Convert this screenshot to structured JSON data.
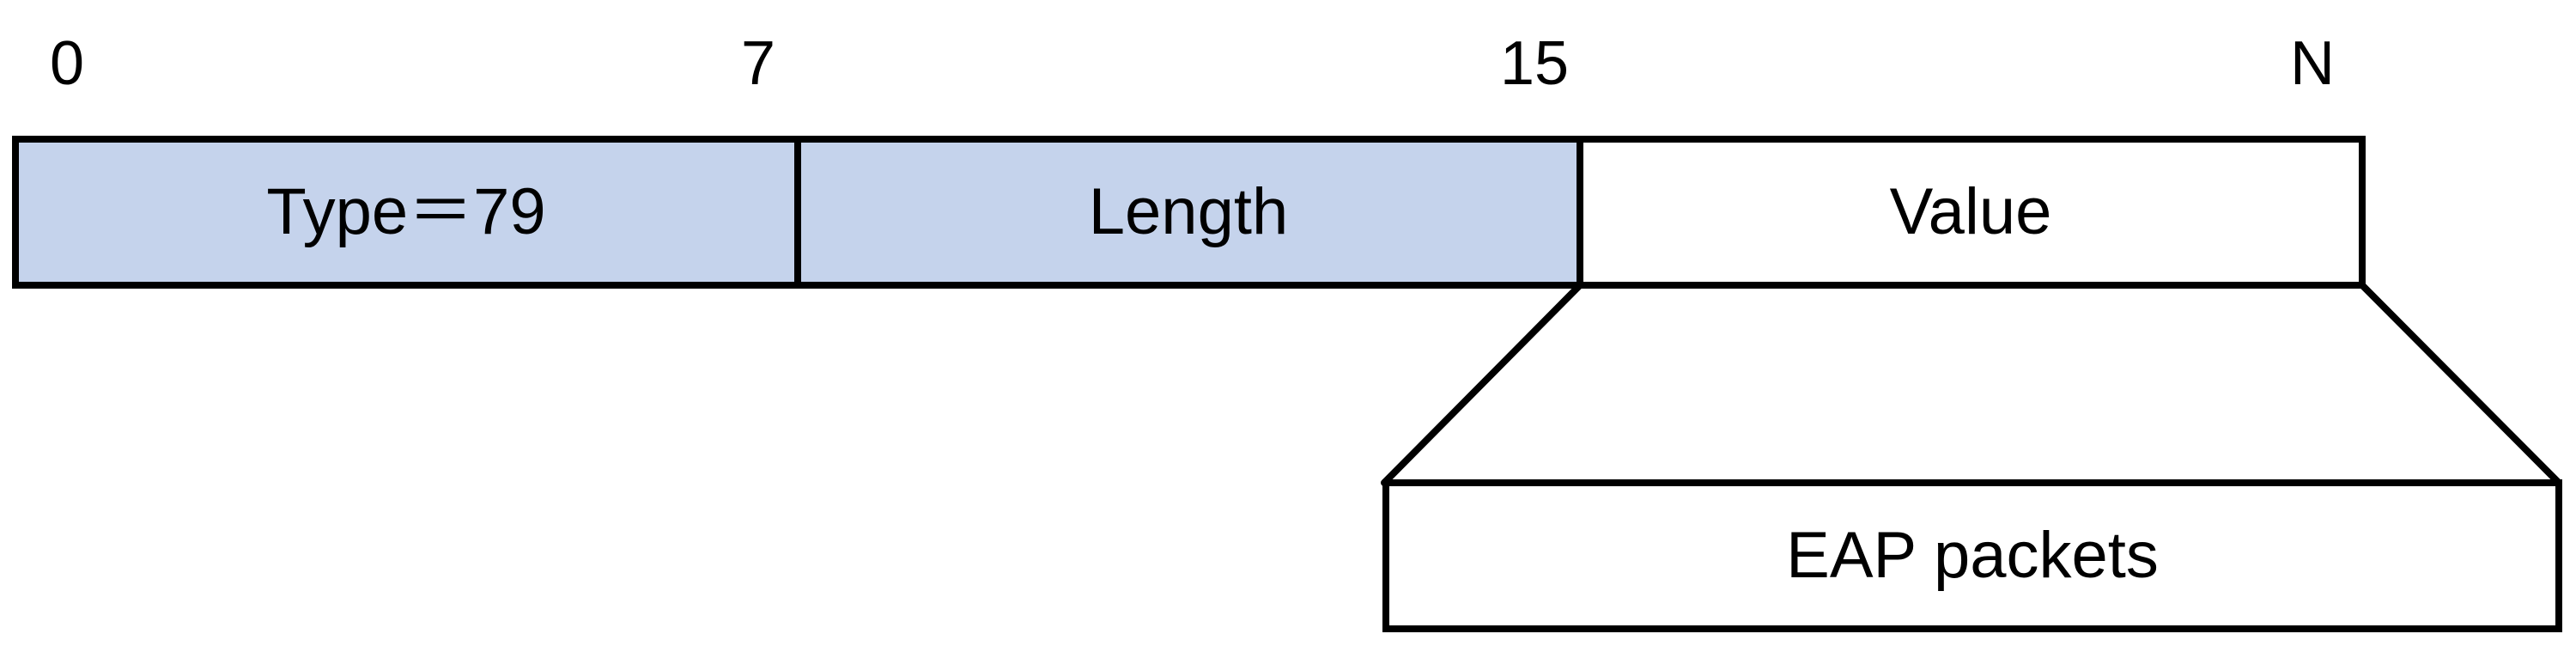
{
  "colors": {
    "header_fill": "#c5d3ec",
    "value_fill": "#ffffff",
    "stroke": "#000000"
  },
  "bit_labels": {
    "start": "0",
    "type_end": "7",
    "length_end": "15",
    "end": "N"
  },
  "fields": {
    "type": "Type＝79",
    "length": "Length",
    "value": "Value"
  },
  "expansion": {
    "label": "EAP packets"
  }
}
